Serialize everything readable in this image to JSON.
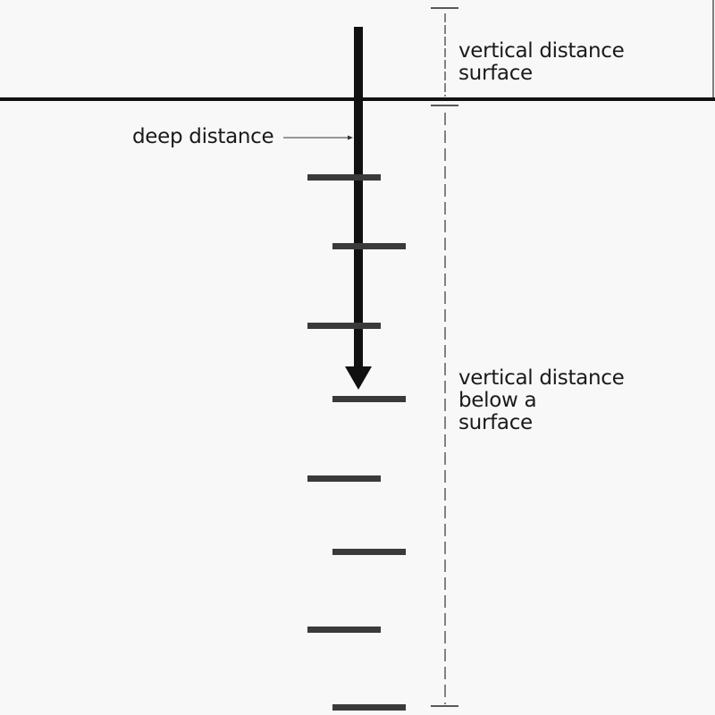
{
  "labels": {
    "surface_label_line1": "vertical distance",
    "surface_label_line2": "surface",
    "deep_label": "deep distance",
    "below_label_line1": "vertical distance",
    "below_label_line2": "below a",
    "below_label_line3": "surface"
  },
  "colors": {
    "background": "#f8f8f8",
    "ink": "#111111",
    "rung": "#3a3a3a"
  },
  "rung_count": 8
}
